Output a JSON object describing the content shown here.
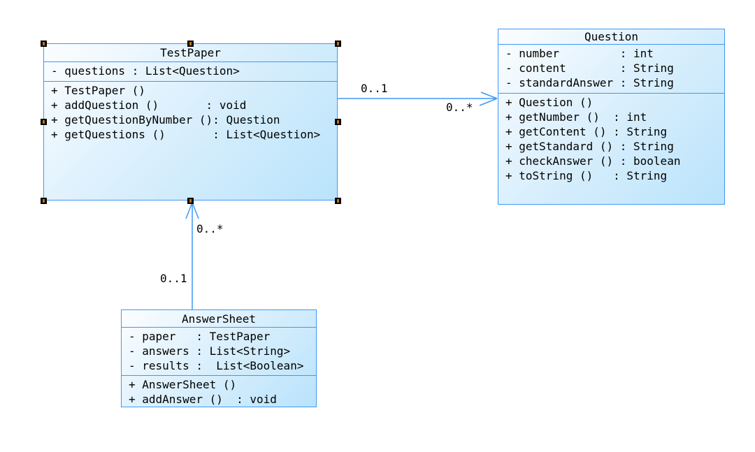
{
  "diagram": {
    "classes": [
      {
        "name": "TestPaper",
        "attributes": [
          "- questions : List<Question>"
        ],
        "methods": [
          "+ TestPaper ()",
          "+ addQuestion ()       : void",
          "+ getQuestionByNumber (): Question",
          "+ getQuestions ()       : List<Question>"
        ],
        "selected": true
      },
      {
        "name": "Question",
        "attributes": [
          "- number         : int",
          "- content        : String",
          "- standardAnswer : String"
        ],
        "methods": [
          "+ Question ()",
          "+ getNumber ()  : int",
          "+ getContent () : String",
          "+ getStandard () : String",
          "+ checkAnswer () : boolean",
          "+ toString ()   : String"
        ],
        "selected": false
      },
      {
        "name": "AnswerSheet",
        "attributes": [
          "- paper   : TestPaper",
          "- answers : List<String>",
          "- results :  List<Boolean>"
        ],
        "methods": [
          "+ AnswerSheet ()",
          "+ addAnswer ()  : void"
        ],
        "selected": false
      }
    ],
    "associations": [
      {
        "from": "TestPaper",
        "to": "Question",
        "source_multiplicity": "0..1",
        "target_multiplicity": "0..*",
        "arrow": "open"
      },
      {
        "from": "AnswerSheet",
        "to": "TestPaper",
        "source_multiplicity": "0..1",
        "target_multiplicity": "0..*",
        "arrow": "open"
      }
    ],
    "colors": {
      "stroke": "#3E98F5",
      "fill_light": "#FCFEFF",
      "fill_dark": "#B9E3FB",
      "handle_black": "#000000",
      "handle_orange": "#C1721C",
      "text": "#000000",
      "background": "#FFFFFF"
    }
  }
}
